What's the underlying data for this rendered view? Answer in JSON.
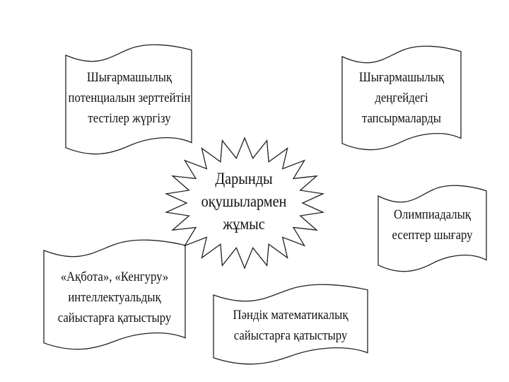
{
  "center": {
    "lines": [
      "Дарынды",
      "оқушылармен",
      "жұмыс"
    ]
  },
  "scrolls": [
    {
      "id": "creative-tests",
      "lines": [
        "Шығармашылық",
        "потенциалын зерттейтін",
        "тестілер жүргізу"
      ]
    },
    {
      "id": "creative-tasks",
      "lines": [
        "Шығармашылық",
        "деңгейдегі",
        "тапсырмаларды"
      ]
    },
    {
      "id": "olympiad",
      "lines": [
        "Олимпиадалық",
        "есептер шығару"
      ]
    },
    {
      "id": "akbota-kenguru",
      "lines": [
        "«Ақбота», «Кенгуру»",
        "интеллектуальдық",
        "сайыстарға қатыстыру"
      ]
    },
    {
      "id": "subject-math",
      "lines": [
        "Пәндік математикалық",
        "сайыстарға қатыстыру"
      ]
    }
  ]
}
